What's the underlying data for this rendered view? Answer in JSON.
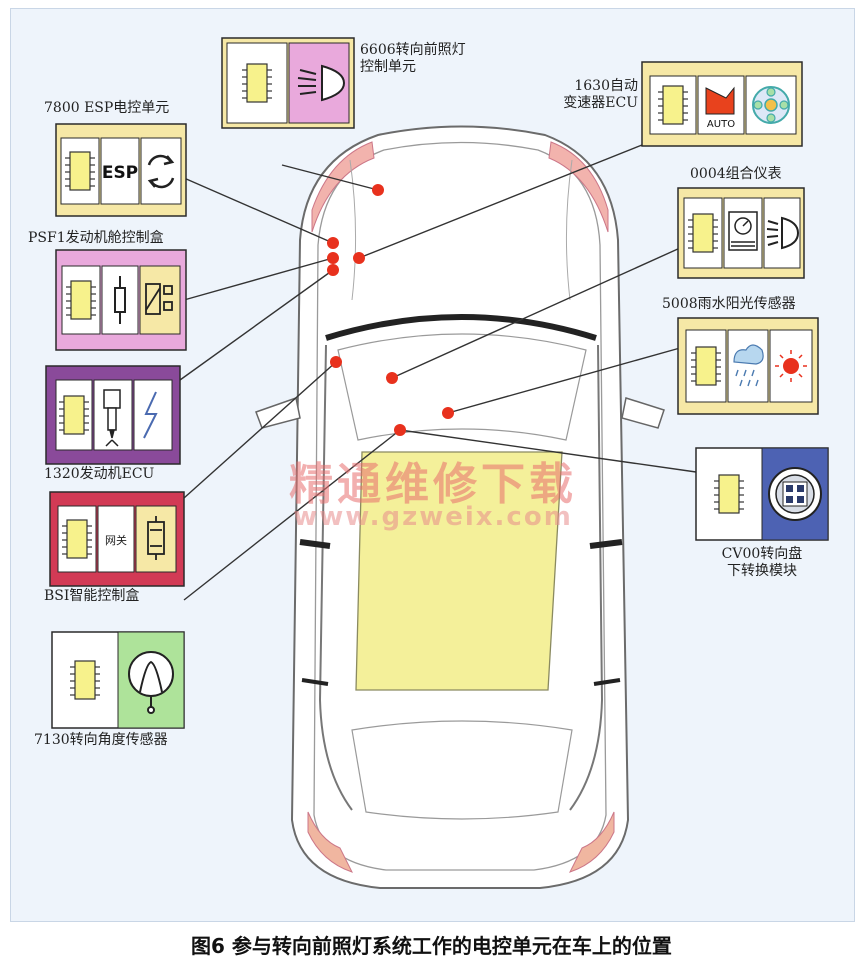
{
  "figure": {
    "caption": "图6 参与转向前照灯系统工作的电控单元在车上的位置"
  },
  "watermark": {
    "text": "精通维修下载",
    "url": "www.gzweix.com"
  },
  "modules": [
    {
      "id": "m6606",
      "label_line1": "6606转向前照灯",
      "label_line2": "控制单元"
    },
    {
      "id": "m7800",
      "label_line1": "7800  ESP电控单元",
      "label_line2": ""
    },
    {
      "id": "m1630",
      "label_line1": "1630自动",
      "label_line2": "变速器ECU"
    },
    {
      "id": "mpsf1",
      "label_line1": "PSF1发动机舱控制盒",
      "label_line2": ""
    },
    {
      "id": "m0004",
      "label_line1": "0004组合仪表",
      "label_line2": ""
    },
    {
      "id": "m5008",
      "label_line1": "5008雨水阳光传感器",
      "label_line2": ""
    },
    {
      "id": "m1320",
      "label_line1": "1320发动机ECU",
      "label_line2": ""
    },
    {
      "id": "mbsi",
      "label_line1": "BSI智能控制盒",
      "label_line2": "",
      "icon_text": "网关"
    },
    {
      "id": "mcv00",
      "label_line1": "CV00转向盘",
      "label_line2": "下转换模块"
    },
    {
      "id": "m7130",
      "label_line1": "7130转向角度传感器",
      "label_line2": ""
    }
  ],
  "icons": {
    "esp": "ESP",
    "auto": "AUTO"
  },
  "colors": {
    "car_body": "#ffffff",
    "car_outline": "#6b6b6b",
    "sunroof": "#f4f09a",
    "headlight": "#f2b3ad",
    "rear_light": "#f0b6a0",
    "marker": "#e8311d",
    "module_border": "#2a2a2a",
    "yellow_module": "#f6e8a6",
    "pink_module": "#e9a9dc",
    "purple_module": "#8a4a9a",
    "red_module": "#d23a55",
    "blue_module": "#4d62b3",
    "green_module": "#aee39a",
    "chip": "#f7f28c"
  }
}
